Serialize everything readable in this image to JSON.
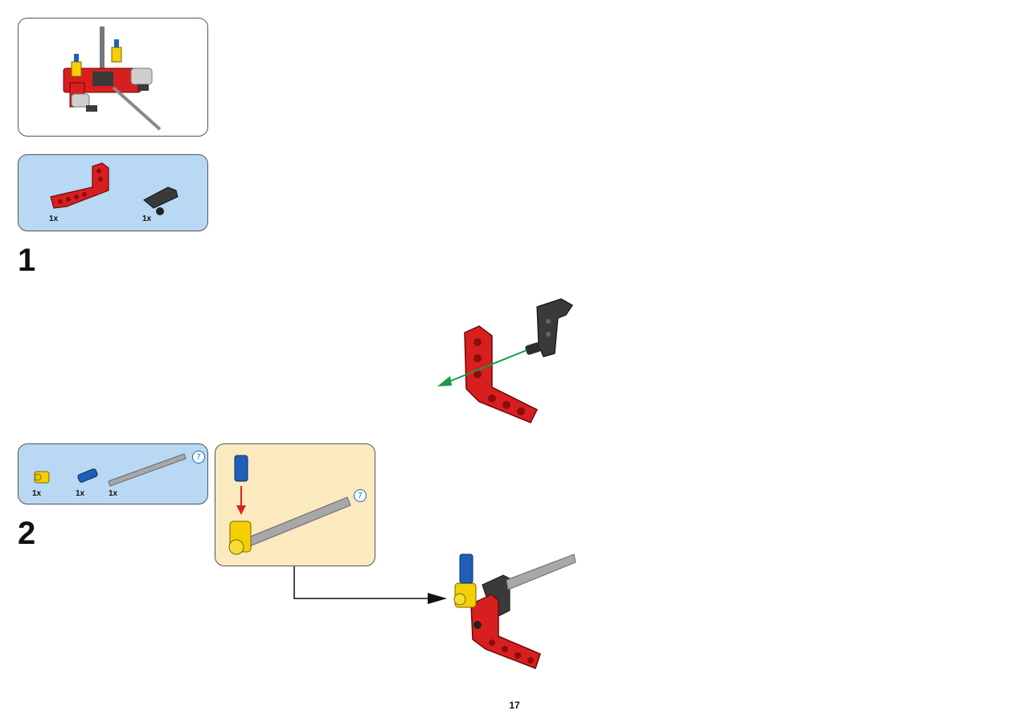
{
  "page_number": "17",
  "parts_list_1": {
    "items": [
      {
        "icon": "red-l-beam-icon",
        "quantity": "1x"
      },
      {
        "icon": "dark-gray-connector-icon",
        "quantity": "1x"
      }
    ]
  },
  "step_1": {
    "number": "1"
  },
  "parts_list_2": {
    "items": [
      {
        "icon": "yellow-axle-connector-icon",
        "quantity": "1x"
      },
      {
        "icon": "blue-pin-icon",
        "quantity": "1x"
      },
      {
        "icon": "gray-axle-icon",
        "quantity": "1x"
      }
    ],
    "axle_length": "7"
  },
  "step_2": {
    "number": "2"
  },
  "sub_assembly": {
    "axle_length": "7"
  },
  "colors": {
    "red": "#d81f1f",
    "dark_gray": "#3a3a3a",
    "yellow": "#f5d000",
    "blue": "#1f5fb8",
    "light_gray": "#a8a8a8",
    "parts_bg": "#b8d8f4",
    "sub_bg": "#fbe9c0",
    "arrow_green": "#1a9a4a",
    "arrow_red": "#e02020"
  }
}
